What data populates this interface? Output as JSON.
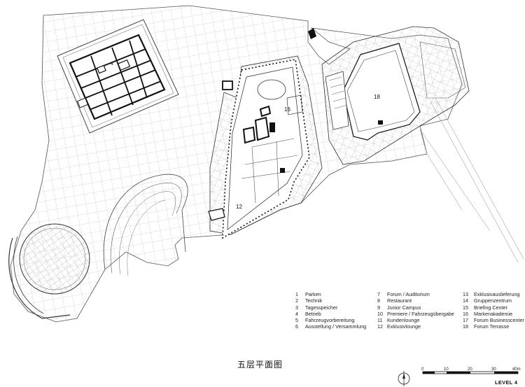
{
  "room_labels": {
    "r4": "4",
    "r16": "16",
    "r12": "12",
    "r18": "18"
  },
  "legend": {
    "col1": [
      {
        "num": "1",
        "label": "Parken"
      },
      {
        "num": "2",
        "label": "Technik"
      },
      {
        "num": "3",
        "label": "Tagesspeicher"
      },
      {
        "num": "4",
        "label": "Betrieb"
      },
      {
        "num": "5",
        "label": "Fahrzeugvorbereitung"
      },
      {
        "num": "6",
        "label": "Ausstellung / Versammlung"
      }
    ],
    "col2": [
      {
        "num": "7",
        "label": "Forum / Auditorium"
      },
      {
        "num": "8",
        "label": "Restaurant"
      },
      {
        "num": "9",
        "label": "Junior Campus"
      },
      {
        "num": "10",
        "label": "Premiere / Fahrzeugübergabe"
      },
      {
        "num": "11",
        "label": "Kundenlounge"
      },
      {
        "num": "12",
        "label": "Exklusivlounge"
      }
    ],
    "col3": [
      {
        "num": "13",
        "label": "Exklusivauslieferung"
      },
      {
        "num": "14",
        "label": "Gruppenzentrum"
      },
      {
        "num": "15",
        "label": "Briefing Center"
      },
      {
        "num": "16",
        "label": "Markenakademie"
      },
      {
        "num": "17",
        "label": "Forum Businesscenter"
      },
      {
        "num": "18",
        "label": "Forum Terrasse"
      }
    ]
  },
  "caption": "五层平面图",
  "scale_bar": {
    "ticks": [
      "0",
      "10",
      "20",
      "30",
      "40m"
    ]
  },
  "level_label": "LEVEL 4"
}
